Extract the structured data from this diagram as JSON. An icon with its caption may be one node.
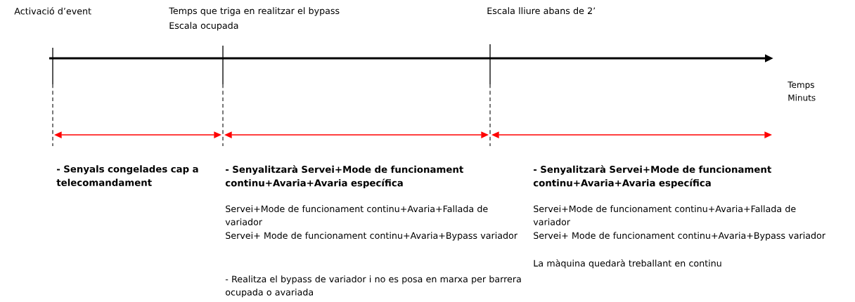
{
  "diagram": {
    "labels": [
      "Activació d’event",
      "Temps que triga en realitzar el bypass",
      "Escala ocupada",
      "Escala lliure abans de 2’",
      "Temps",
      "Minuts",
      "- Senyals congelades cap a telecomandament",
      "- Senyalitzarà Servei+Mode de funcionament continu+Avaria+Avaria específica",
      "Servei+Mode de funcionament continu+Avaria+Fallada de variador",
      "Servei+ Mode de funcionament continu+Avaria+Bypass variador",
      "- Realitza el bypass de variador i no es posa en marxa per barrera ocupada o avariada",
      "- Senyalitzarà Servei+Mode de funcionament continu+Avaria+Avaria específica",
      "Servei+Mode de funcionament continu+Avaria+Fallada de variador",
      "Servei+ Mode de funcionament continu+Avaria+Bypass variador",
      "La màquina quedarà treballant en continu"
    ]
  }
}
